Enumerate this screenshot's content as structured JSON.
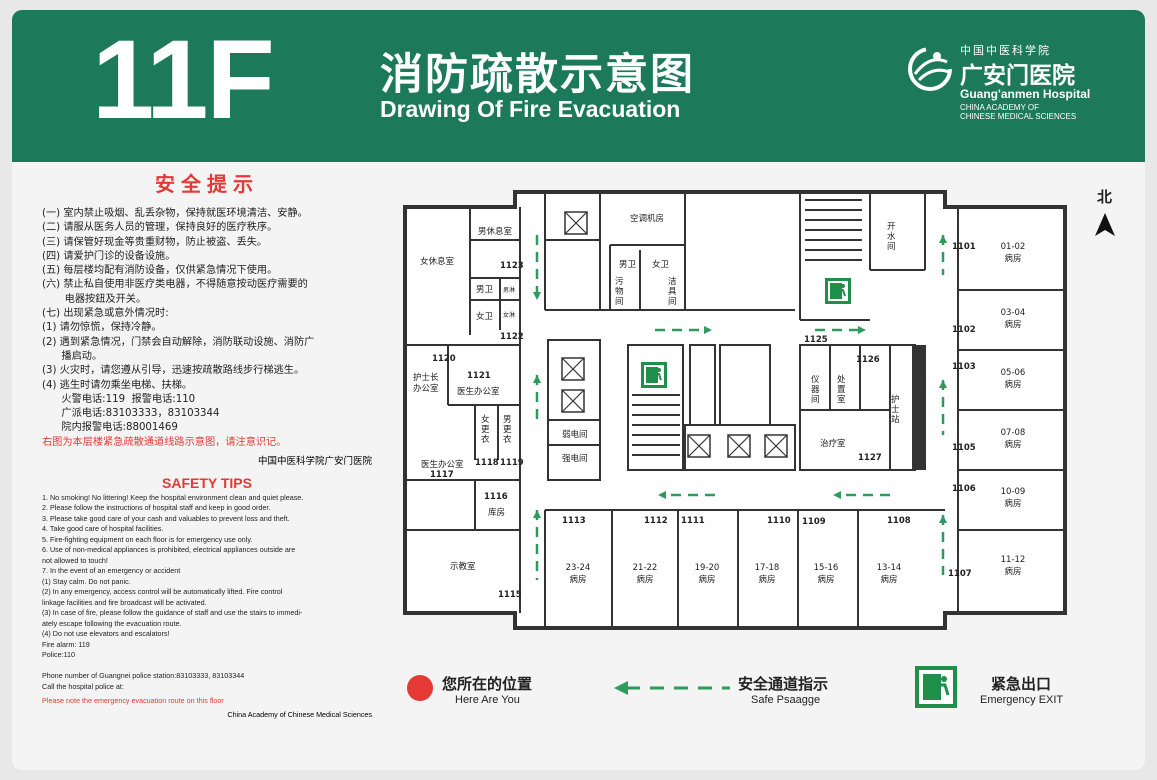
{
  "header": {
    "floor": "11F",
    "title_cn": "消防疏散示意图",
    "title_en": "Drawing Of Fire Evacuation",
    "logo_line1": "中国中医科学院",
    "logo_line2": "广安门医院",
    "logo_line3": "Guang'anmen Hospital",
    "logo_line4": "CHINA ACADEMY OF",
    "logo_line5": "CHINESE MEDICAL SCIENCES"
  },
  "notes": {
    "title_cn": "安全提示",
    "body_cn": "(一) 室内禁止吸烟、乱丢杂物，保持就医环境清洁、安静。\n(二) 请服从医务人员的管理，保持良好的医疗秩序。\n(三) 请保管好现金等贵重财物，防止被盗、丢失。\n(四) 请爱护门诊的设备设施。\n(五) 每层楼均配有消防设备，仅供紧急情况下使用。\n(六) 禁止私自使用非医疗类电器，不得随意按动医疗需要的\n       电器按鈕及开关。\n(七) 出现紧急或意外情况时:\n(1) 请勿惊慌，保持冷静。\n(2) 遇到紧急情况，门禁会自动解除，消防联动设施、消防广\n      播启动。\n(3) 火灾时，请您遵从引导，迅速按疏散路线步行梯逃生。\n(4) 逃生时请勿乘坐电梯、扶梯。\n      火警电话:119  报警电话:110\n      广派电话:83103333，83103344\n      院内报警电话:88001469",
    "red_cn": "右图为本层楼紧急疏散通道线路示意图，请注意识记。",
    "org_cn": "中国中医科学院广安门医院",
    "title_en": "SAFETY TIPS",
    "body_en": "1. No smoking! No littering! Keep the hospital environment clean and quiet please.\n2. Please follow the instructions of hospital staff and keep in good order.\n3. Please take good care of your cash and valuables to prevent loss and theft.\n4. Take good care of hospital facilities.\n5. Fire-fighting equipment on each floor is for emergency use only.\n6. Use of non-medical appliances is prohibited, electrical appliances outside are\nnot allowed to touch!\n7. In the event of an emergency or accident\n(1) Stay calm. Do not panic.\n(2) In any emergency, access control will be automatically lifted. Fire control\nlinkage facilities and fire broadcast will be activated.\n(3) In case of fire, please follow the guidance of staff and use the stairs to immedi-\nately escape following the evacuation route.\n(4) Do not use elevators and escalators!\nFire alarm: 119\nPolice:110\n\nPhone number of Guangnei police station:83103333, 83103344\nCall the hospital police at:",
    "red_en": "Please note the emergency evacuation route on this floor",
    "org_en": "China Academy of Chinese Medical Sciences"
  },
  "map": {
    "north": "北",
    "rooms": {
      "aircon": "空调机房",
      "male_rest": "男休息室",
      "female_rest": "女休息室",
      "wc_m": "男卫",
      "wc_f": "女卫",
      "wc_m2": "男卫",
      "wc_f2": "女卫",
      "shower_m": "男淋",
      "shower_f": "女淋",
      "dirty": "污物间",
      "clean": "洁具间",
      "water": "开水间",
      "head_nurse": "护士长办公室",
      "doctor_office": "医生办公室",
      "doctor_office2": "医生办公室",
      "f_change": "女更衣",
      "m_change": "男更衣",
      "weak_elec": "弱电间",
      "strong_elec": "强电间",
      "storage": "库房",
      "teaching": "示教室",
      "instrument": "仪器间",
      "disposal": "处置室",
      "nurse_station": "护士站",
      "treatment": "治疗室"
    },
    "wards": [
      {
        "beds": "01-02",
        "name": "病房",
        "num": "1101"
      },
      {
        "beds": "03-04",
        "name": "病房",
        "num": "1102"
      },
      {
        "beds": "05-06",
        "name": "病房",
        "num": "1103"
      },
      {
        "beds": "07-08",
        "name": "病房",
        "num": "1105"
      },
      {
        "beds": "10-09",
        "name": "病房",
        "num": "1106"
      },
      {
        "beds": "11-12",
        "name": "病房",
        "num": "1107"
      }
    ],
    "bottom_wards": [
      {
        "beds": "23-24",
        "name": "病房"
      },
      {
        "beds": "21-22",
        "name": "病房"
      },
      {
        "beds": "19-20",
        "name": "病房"
      },
      {
        "beds": "17-18",
        "name": "病房"
      },
      {
        "beds": "15-16",
        "name": "病房"
      },
      {
        "beds": "13-14",
        "name": "病房"
      }
    ],
    "numbers": {
      "n1123": "1123",
      "n1122": "1122",
      "n1120": "1120",
      "n1121": "1121",
      "n1117": "1117",
      "n1118": "1118",
      "n1119": "1119",
      "n1116": "1116",
      "n1115": "1115",
      "n1113": "1113",
      "n1112": "1112",
      "n1111": "1111",
      "n1110": "1110",
      "n1109": "1109",
      "n1108": "1108",
      "n1125": "1125",
      "n1126": "1126",
      "n1127": "1127"
    }
  },
  "legend": {
    "here_cn": "您所在的位置",
    "here_en": "Here Are You",
    "route_cn": "安全通道指示",
    "route_en": "Safe Psaagge",
    "exit_cn": "紧急出口",
    "exit_en": "Emergency EXIT"
  },
  "colors": {
    "green": "#1c7a5a",
    "red": "#e53935",
    "route": "#2e9a5e"
  }
}
